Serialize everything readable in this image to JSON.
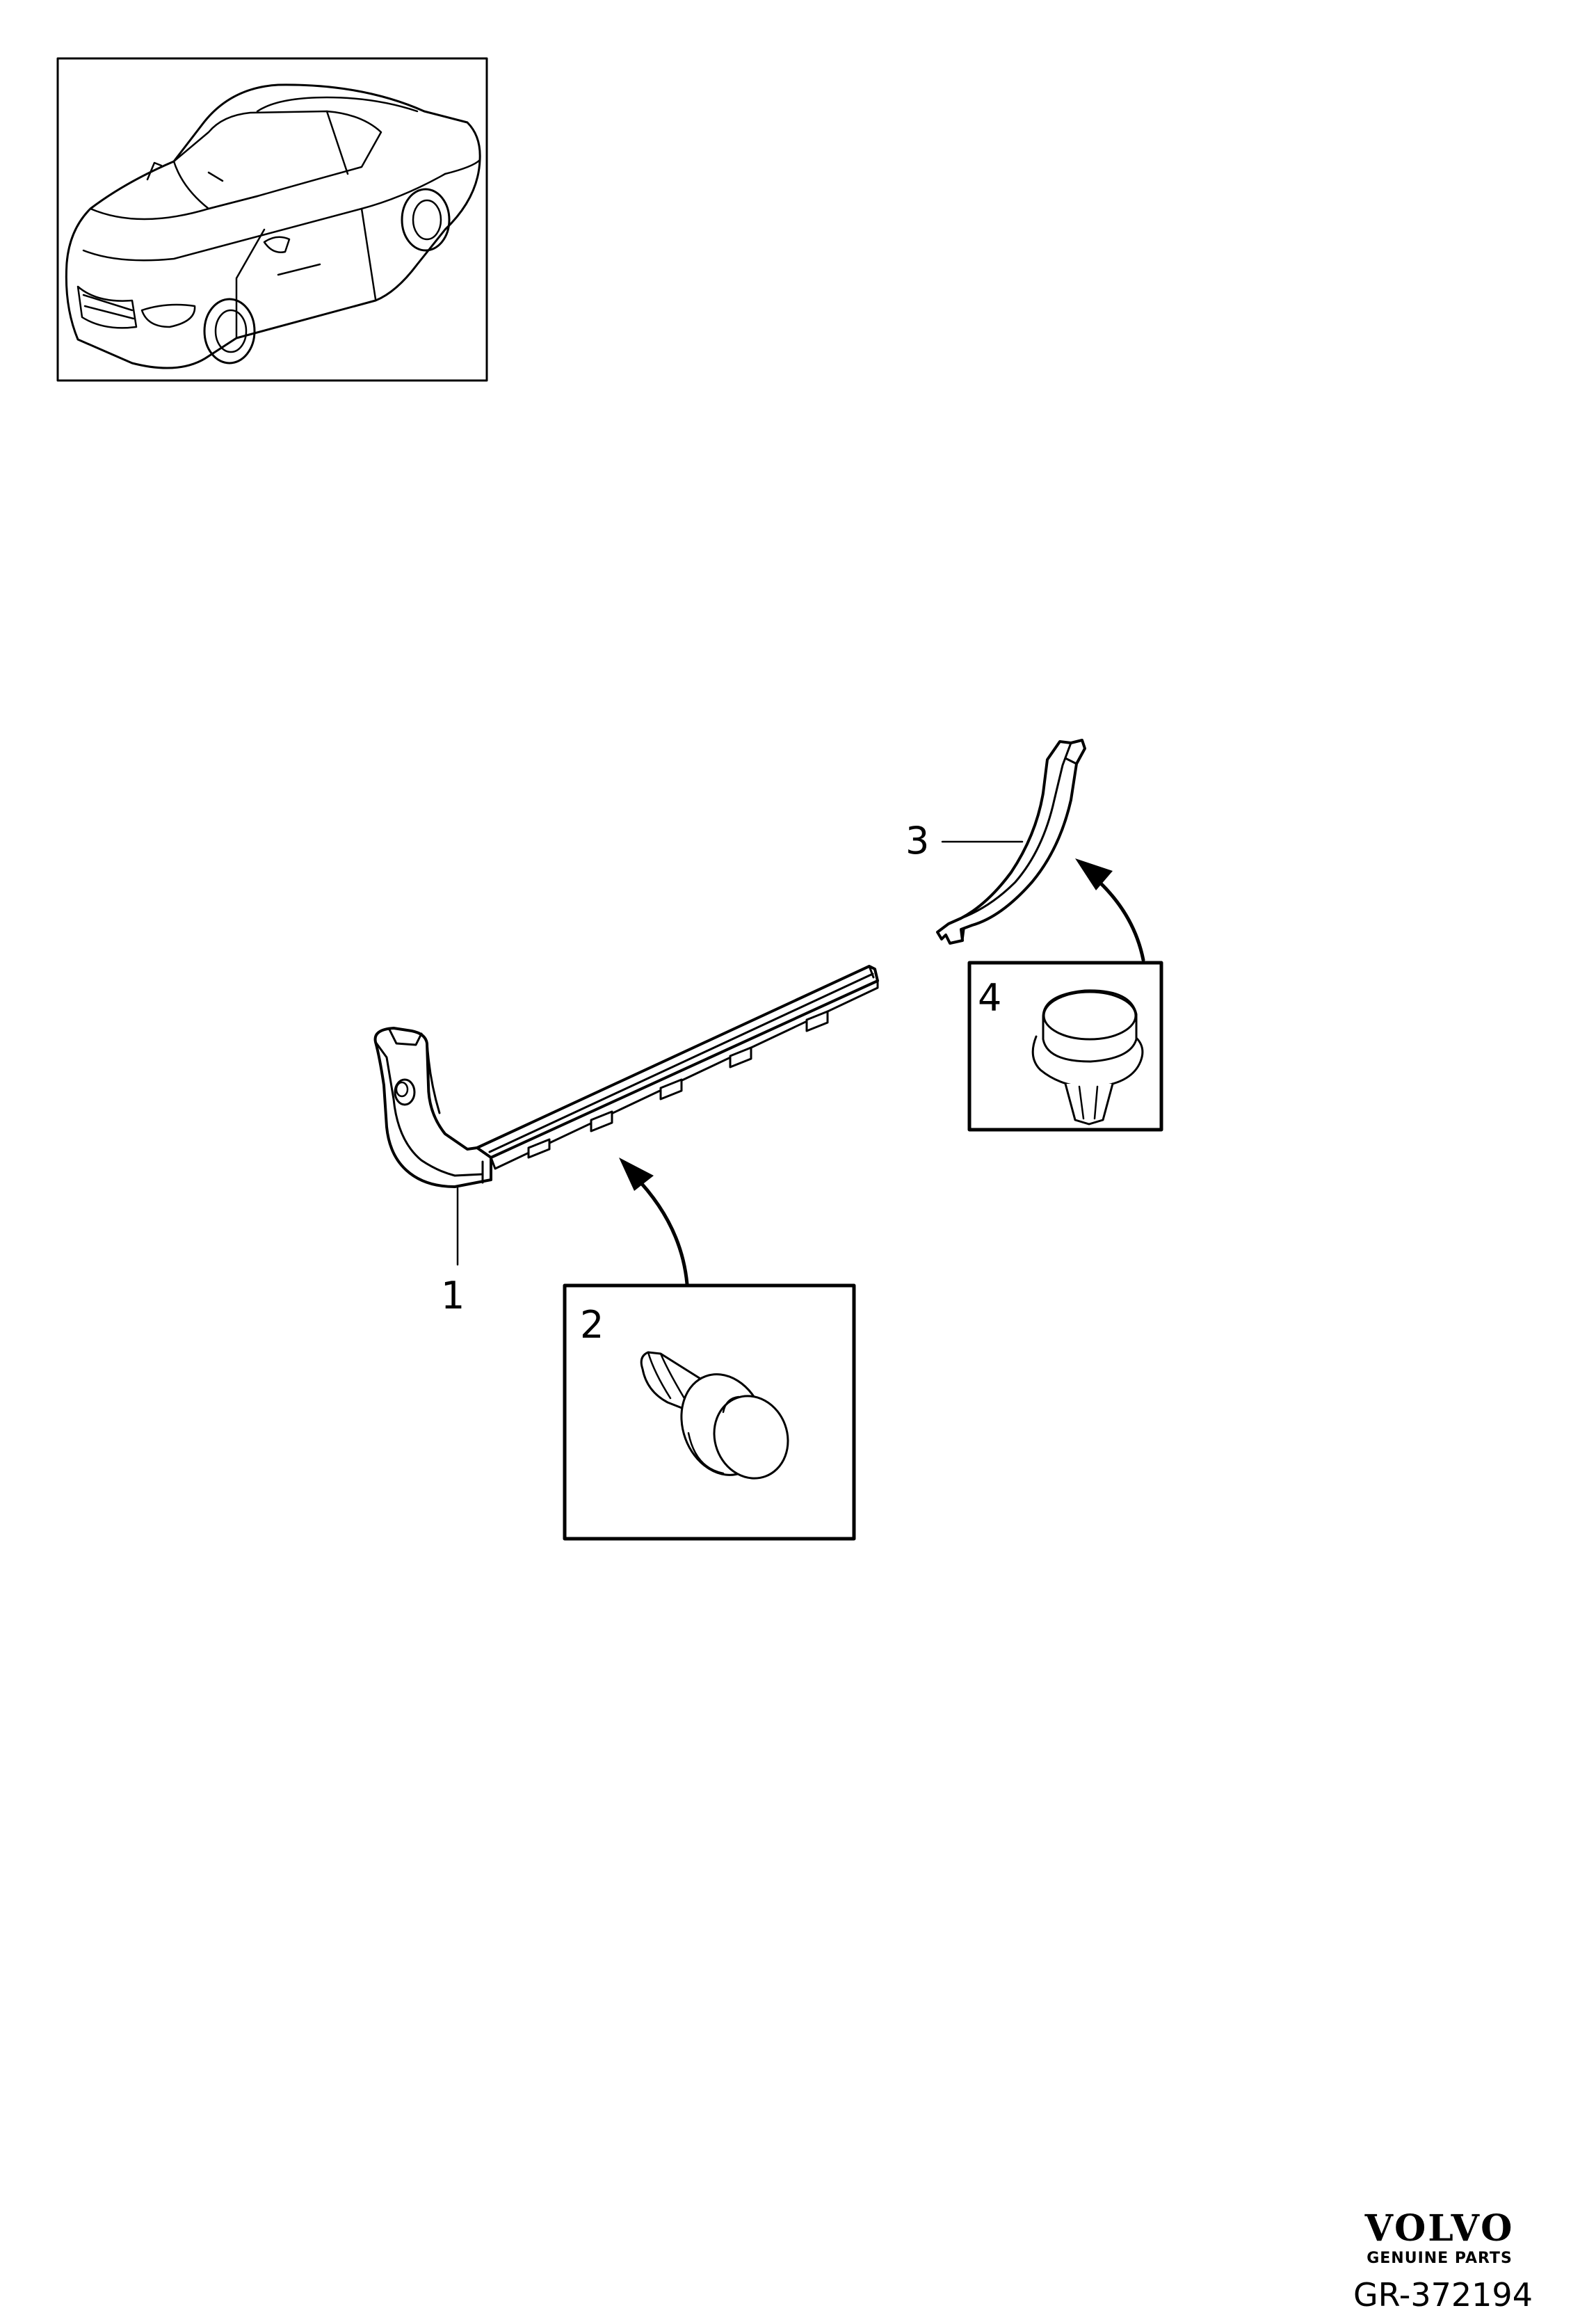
{
  "callouts": {
    "part_1": "1",
    "part_2": "2",
    "part_3": "3",
    "part_4": "4"
  },
  "brand": {
    "logo": "VOLVO",
    "tagline": "GENUINE PARTS"
  },
  "diagram_code": "GR-372194"
}
